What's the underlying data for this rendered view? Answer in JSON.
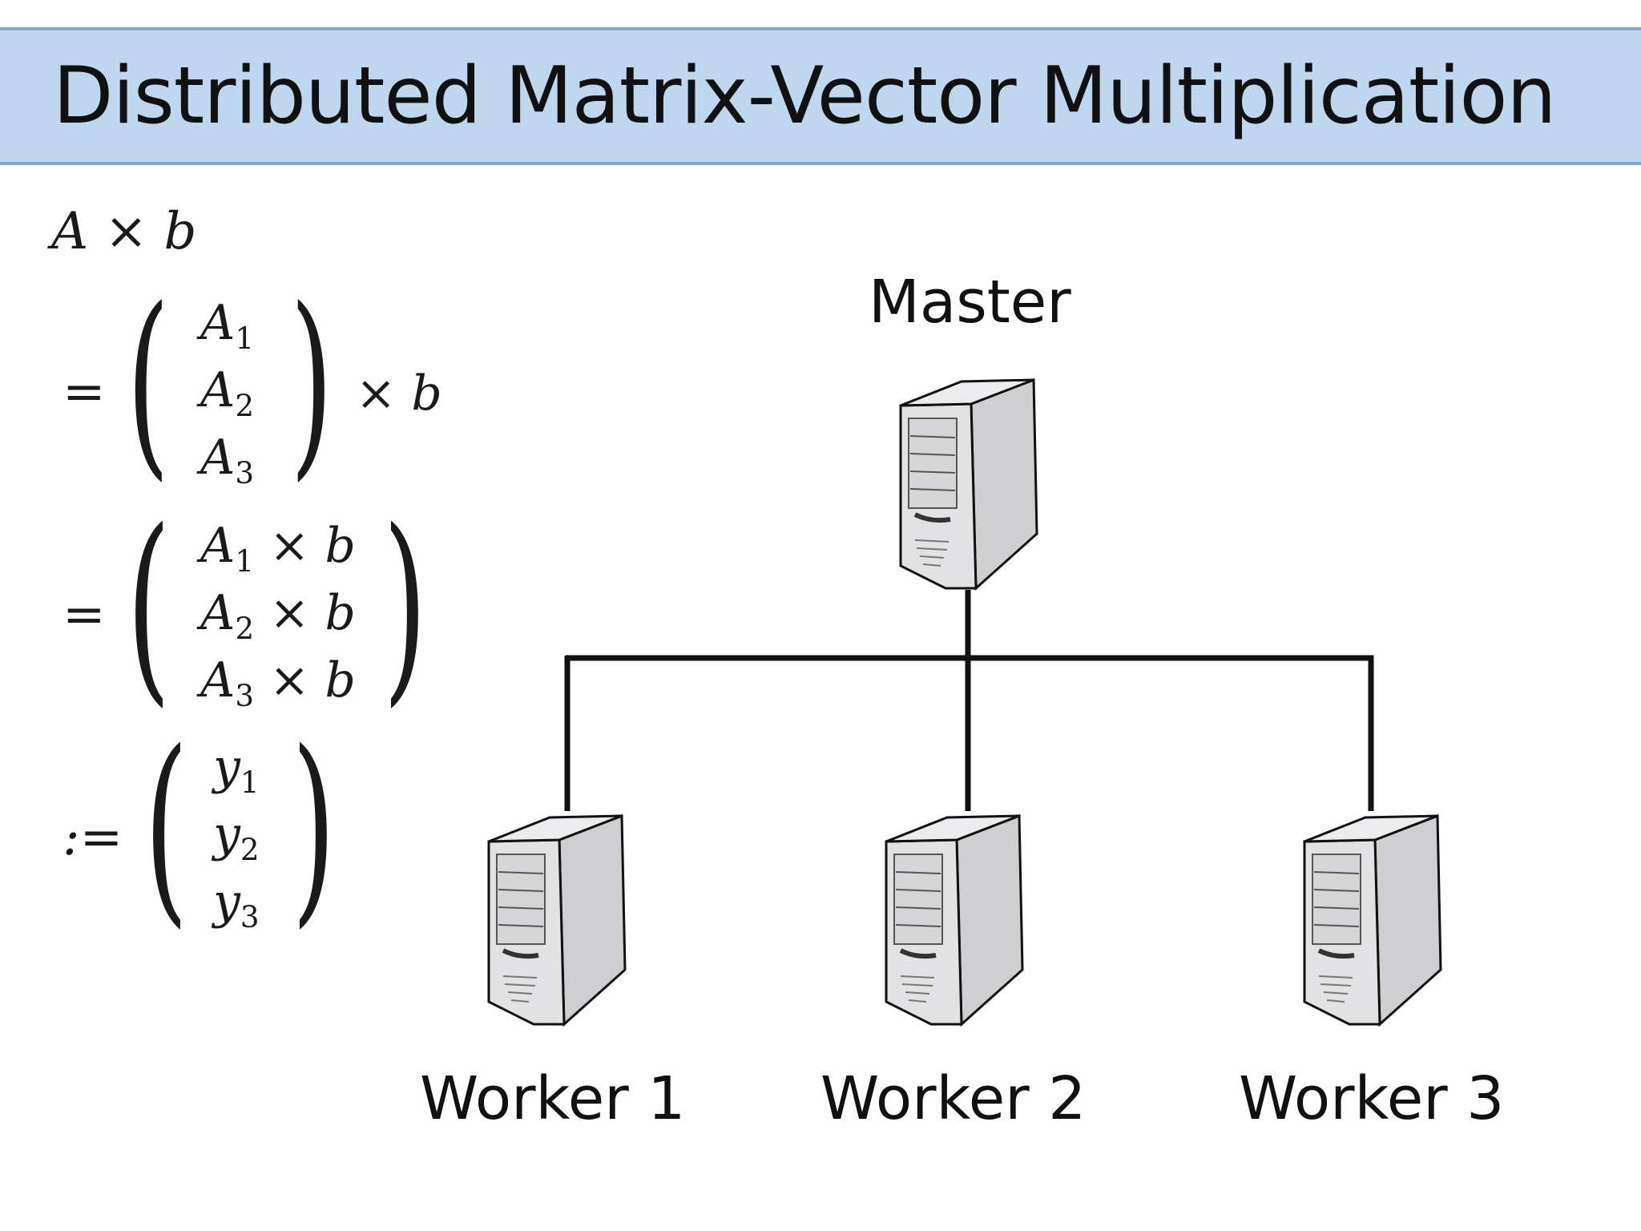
{
  "title": "Distributed Matrix-Vector Multiplication",
  "equation": {
    "line1": {
      "A": "A",
      "times": "×",
      "b": "b"
    },
    "line2": {
      "rel": "=",
      "rows": [
        {
          "base": "A",
          "sub": "1"
        },
        {
          "base": "A",
          "sub": "2"
        },
        {
          "base": "A",
          "sub": "3"
        }
      ],
      "suffix_times": "×",
      "suffix_b": "b"
    },
    "line3": {
      "rel": "=",
      "rows": [
        {
          "base": "A",
          "sub": "1",
          "times": "×",
          "b": "b"
        },
        {
          "base": "A",
          "sub": "2",
          "times": "×",
          "b": "b"
        },
        {
          "base": "A",
          "sub": "3",
          "times": "×",
          "b": "b"
        }
      ]
    },
    "line4": {
      "rel": ":=",
      "rows": [
        {
          "base": "y",
          "sub": "1"
        },
        {
          "base": "y",
          "sub": "2"
        },
        {
          "base": "y",
          "sub": "3"
        }
      ]
    }
  },
  "diagram": {
    "master_label": "Master",
    "workers": [
      {
        "label": "Worker 1"
      },
      {
        "label": "Worker 2"
      },
      {
        "label": "Worker 3"
      }
    ],
    "colors": {
      "server_front": "#e2e2e4",
      "server_side": "#cfcfd2",
      "server_top": "#ececee",
      "outline": "#111111",
      "line": "#111111",
      "title_bar": "#bfd7ee",
      "title_border": "#7fa8d4"
    }
  }
}
